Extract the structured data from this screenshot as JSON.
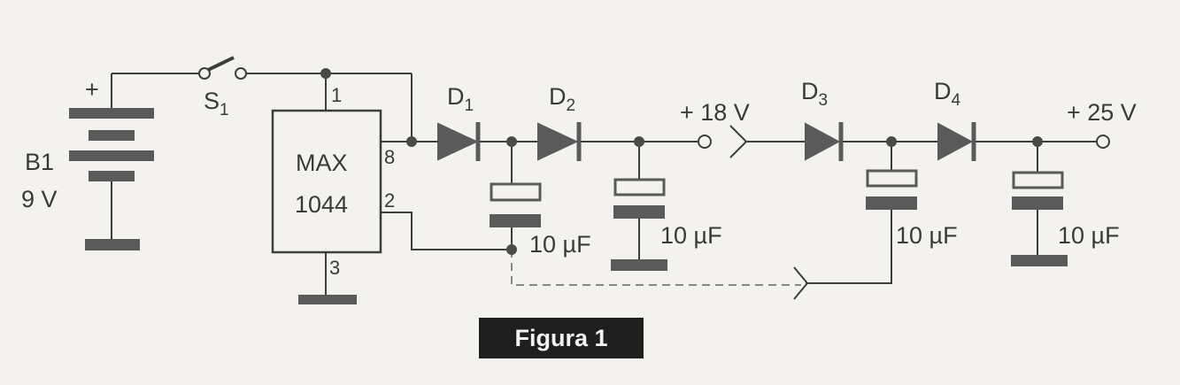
{
  "battery": {
    "ref": "B1",
    "voltage": "9 V",
    "polarity": "+"
  },
  "switch": {
    "ref": "S",
    "sub": "1"
  },
  "ic": {
    "line1": "MAX",
    "line2": "1044",
    "pins": {
      "p1": "1",
      "p8": "8",
      "p2": "2",
      "p3": "3"
    }
  },
  "diodes": [
    {
      "ref": "D",
      "sub": "1"
    },
    {
      "ref": "D",
      "sub": "2"
    },
    {
      "ref": "D",
      "sub": "3"
    },
    {
      "ref": "D",
      "sub": "4"
    }
  ],
  "capacitors": [
    {
      "value": "10 µF"
    },
    {
      "value": "10 µF"
    },
    {
      "value": "10 µF"
    },
    {
      "value": "10 µF"
    }
  ],
  "outputs": {
    "out1": "+ 18 V",
    "out2": "+ 25 V"
  },
  "caption": "Figura 1",
  "colors": {
    "ink": "#3d3d3d",
    "component": "#5a5a5a",
    "dashed": "#888888",
    "caption_bg": "#1e1e1e"
  }
}
